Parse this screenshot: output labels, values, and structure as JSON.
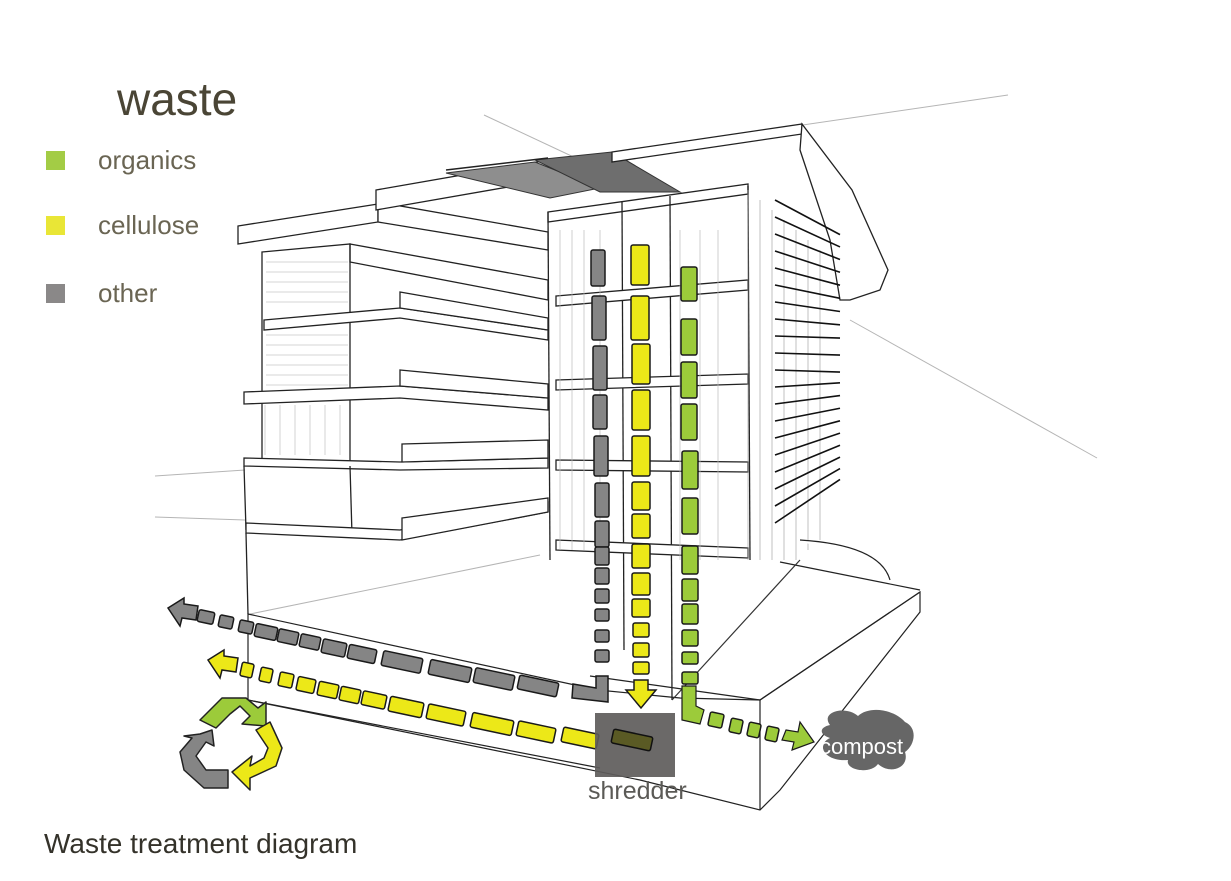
{
  "title": "waste",
  "legend": [
    {
      "label": "organics",
      "color": "#a3cc45"
    },
    {
      "label": "cellulose",
      "color": "#e9e636"
    },
    {
      "label": "other",
      "color": "#8a8888"
    }
  ],
  "colors": {
    "organics": "#9ccb3a",
    "cellulose": "#ece818",
    "other": "#858585",
    "shredder": "#5e5c5b",
    "compost": "#666666",
    "line": "#2a2a2a",
    "roof_shade": "#7a7a7a"
  },
  "labels": {
    "shredder": "shredder",
    "compost": "compost",
    "caption": "Waste treatment diagram"
  },
  "icons": {
    "recycle": "recycle-icon"
  }
}
